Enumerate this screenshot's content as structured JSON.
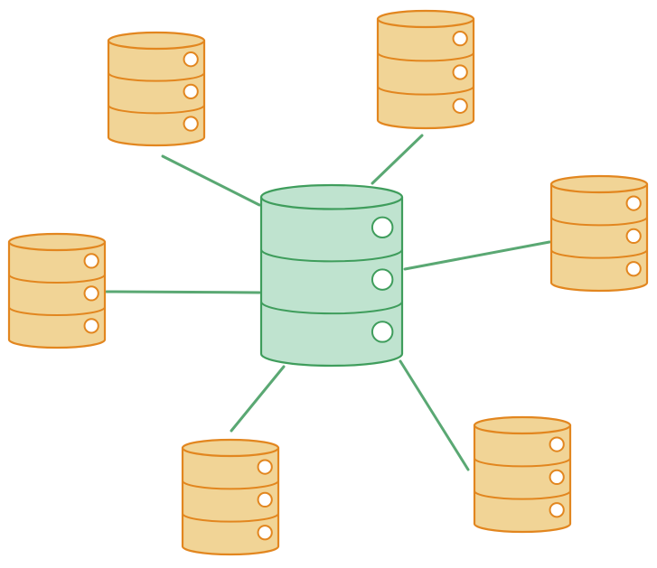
{
  "diagram": {
    "type": "star-topology",
    "hub": {
      "icon": "database-icon",
      "fill": "#bfe3cf",
      "stroke": "#3f9d5c",
      "connectors": 3
    },
    "spokes": [
      {
        "icon": "database-icon",
        "fill": "#f1d496",
        "stroke": "#e2861f",
        "connectors": 3
      },
      {
        "icon": "database-icon",
        "fill": "#f1d496",
        "stroke": "#e2861f",
        "connectors": 3
      },
      {
        "icon": "database-icon",
        "fill": "#f1d496",
        "stroke": "#e2861f",
        "connectors": 3
      },
      {
        "icon": "database-icon",
        "fill": "#f1d496",
        "stroke": "#e2861f",
        "connectors": 3
      },
      {
        "icon": "database-icon",
        "fill": "#f1d496",
        "stroke": "#e2861f",
        "connectors": 3
      },
      {
        "icon": "database-icon",
        "fill": "#f1d496",
        "stroke": "#e2861f",
        "connectors": 3
      }
    ],
    "link_color": "#5aa873"
  }
}
